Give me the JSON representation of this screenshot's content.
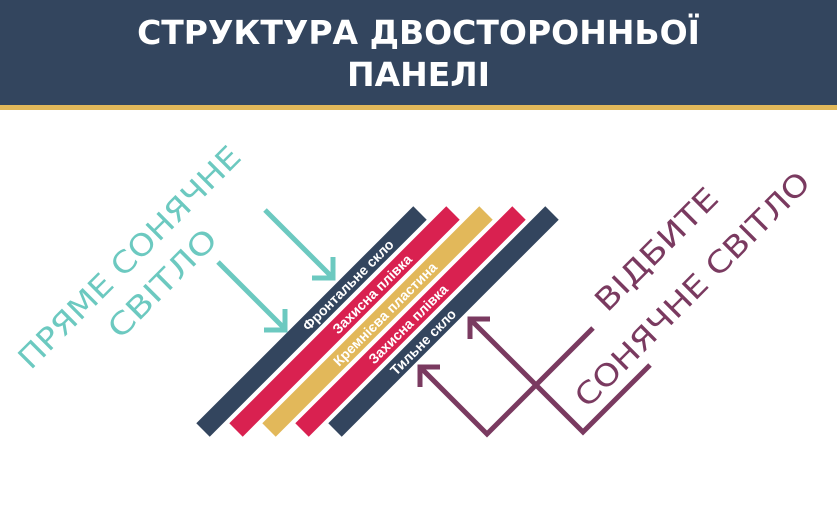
{
  "header": {
    "title_line1": "СТРУКТУРА ДВОСТОРОННЬОЇ",
    "title_line2": "ПАНЕЛІ"
  },
  "direct_light": {
    "line1": "ПРЯМЕ СОНЯЧНЕ",
    "line2": "СВІТЛО"
  },
  "reflected_light": {
    "line1": "ВІДБИТЕ",
    "line2": "СОНЯЧНЕ СВІТЛО"
  },
  "layers": [
    {
      "label": "Фронтальне скло",
      "color": "#33455e"
    },
    {
      "label": "Захисна плівка",
      "color": "#d92150"
    },
    {
      "label": "Кремнієва пластина",
      "color": "#e2b85a"
    },
    {
      "label": "Захисна плівка",
      "color": "#d92150"
    },
    {
      "label": "Тильне скло",
      "color": "#33455e"
    }
  ],
  "colors": {
    "header": "#33455e",
    "accent_line": "#e2b85a",
    "direct_light": "#6cc9c0",
    "reflected_light": "#7a3a60"
  }
}
